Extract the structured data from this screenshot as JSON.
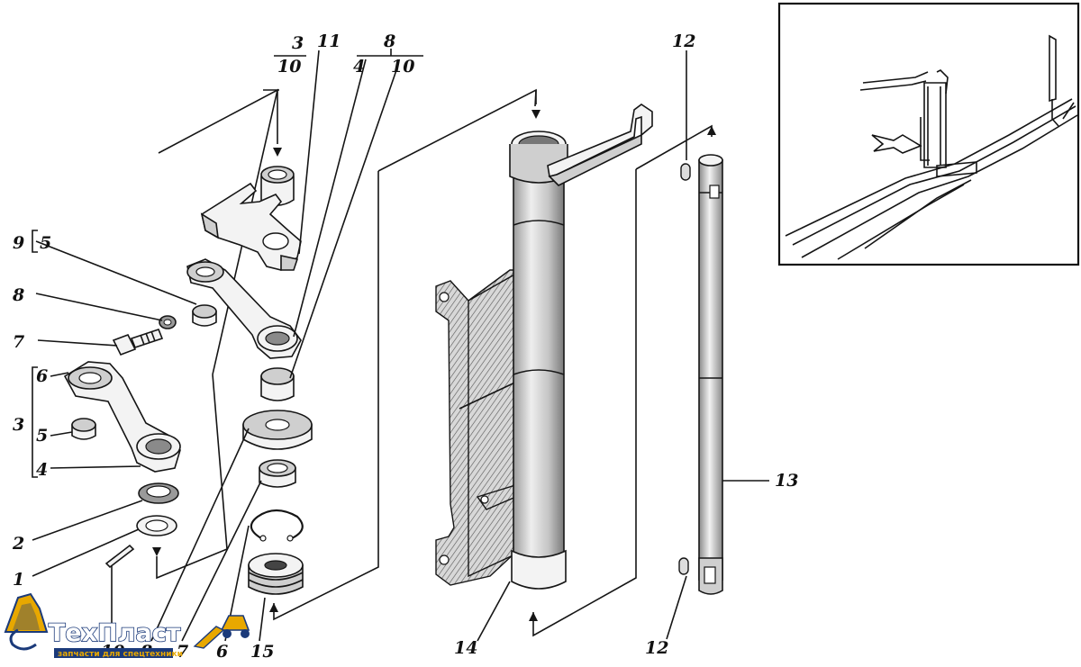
{
  "labels": {
    "l1": "1",
    "l2": "2",
    "l3": "3",
    "l4": "4",
    "l5": "5",
    "l6": "6",
    "l7": "7",
    "l8": "8",
    "l9": "9",
    "l9b": "5",
    "l3top": "3",
    "l10top": "10",
    "l11": "11",
    "l8top": "8",
    "l4top": "4",
    "l10top2": "10",
    "l12top": "12",
    "l12bot": "12",
    "l13": "13",
    "l14": "14",
    "b10": "10",
    "b8": "8",
    "b7": "7",
    "b6": "6",
    "b15": "15"
  },
  "watermark": {
    "name": "ТехПласт",
    "sub": "запчасти для спецтехники",
    "colors": {
      "primary": "#1b3a7a",
      "accent": "#e8a800"
    }
  }
}
